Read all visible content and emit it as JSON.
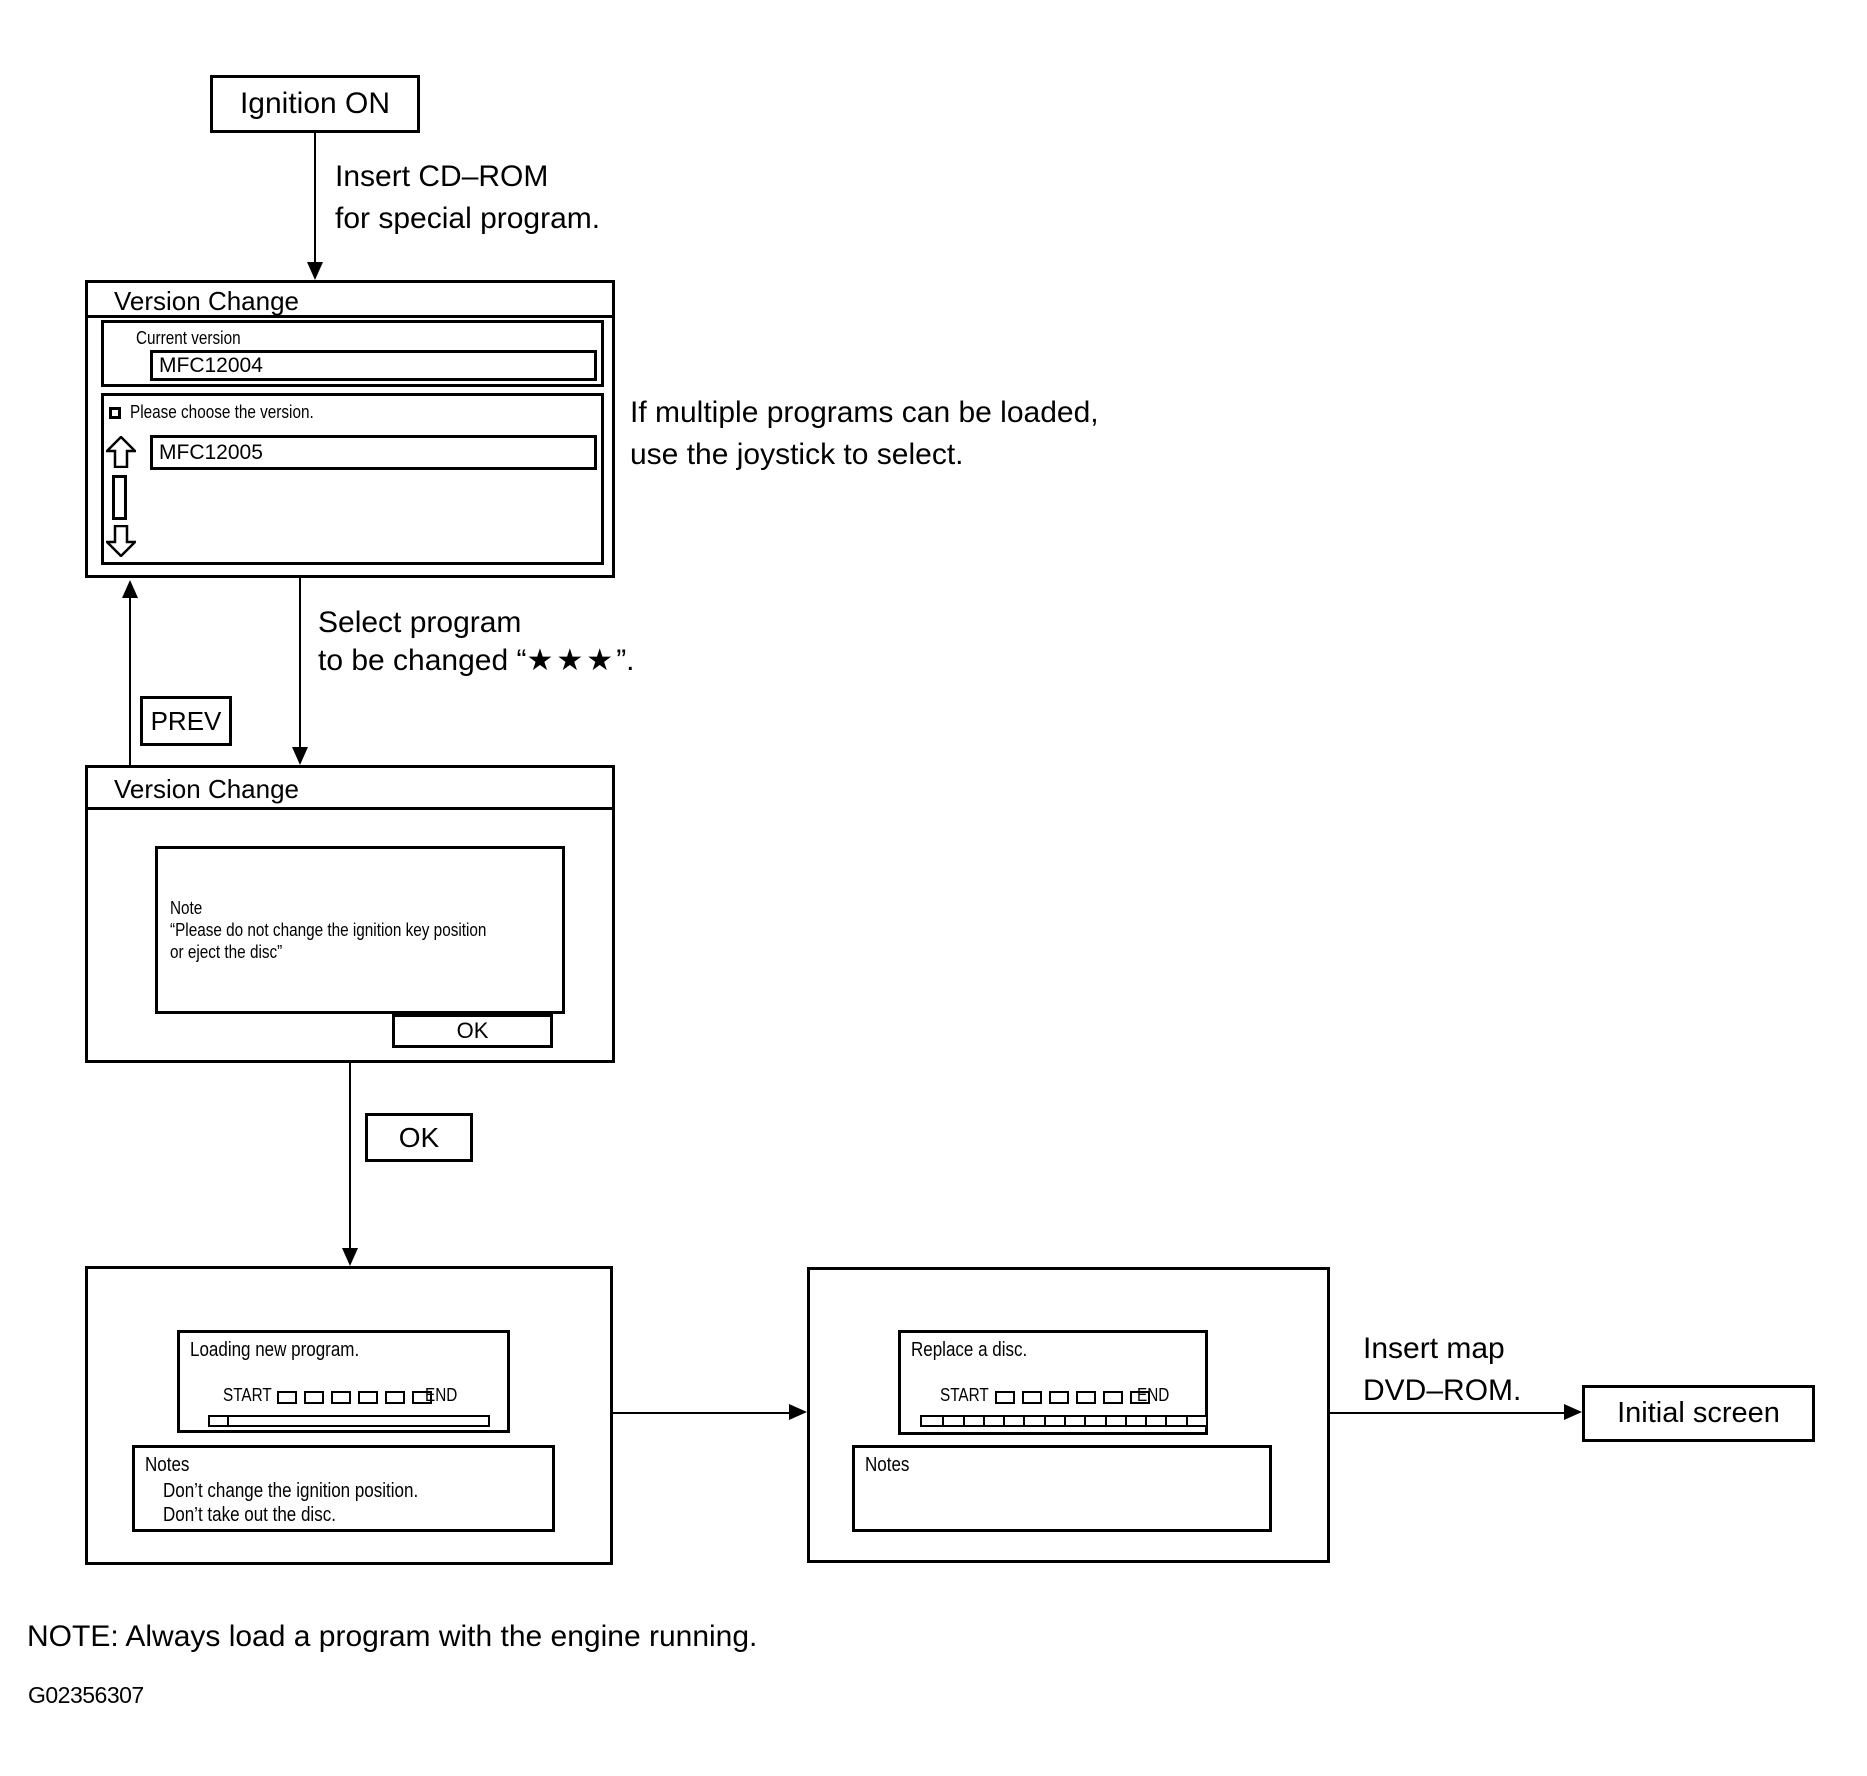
{
  "colors": {
    "ink": "#000000",
    "paper": "#ffffff"
  },
  "labels": {
    "ignition": "Ignition ON",
    "insert_cd": [
      "Insert CD–ROM",
      "for special program."
    ],
    "multiple": [
      "If multiple programs can be loaded,",
      "use the joystick to select."
    ],
    "select": [
      "Select program",
      "to be changed “"
    ],
    "select_stars": "★★★",
    "select_end": "”.",
    "prev": "PREV",
    "ok": "OK",
    "insert_map": [
      "Insert map",
      "DVD–ROM."
    ],
    "initial_screen": "Initial screen",
    "note": "NOTE: Always load a program with the engine running.",
    "figure_id": "G02356307"
  },
  "screen1": {
    "title": "Version Change",
    "current_version_label": "Current version",
    "current_version_value": "MFC12004",
    "choose_prompt": "Please choose the version.",
    "choose_value": "MFC12005"
  },
  "screen2": {
    "title": "Version Change",
    "note_title": "Note",
    "note_lines": [
      "“Please do not change the ignition key position",
      "or eject the disc”"
    ],
    "ok_label": "OK"
  },
  "screen3": {
    "title": "Loading new program.",
    "start": "START",
    "end": "END",
    "notes_title": "Notes",
    "notes": [
      "Don’t change the ignition position.",
      "Don’t take out the disc."
    ]
  },
  "screen4": {
    "title": "Replace a disc.",
    "start": "START",
    "end": "END",
    "notes_title": "Notes"
  }
}
